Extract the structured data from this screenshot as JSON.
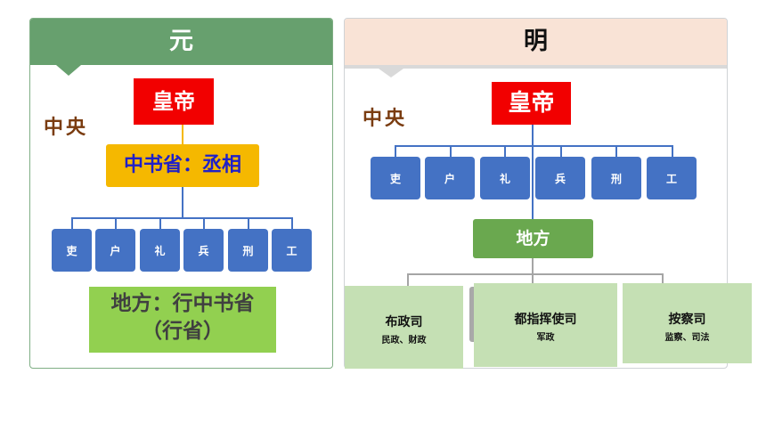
{
  "yuan": {
    "title": "元",
    "central_label": "中央",
    "emperor": "皇帝",
    "secretariat": "中书省：丞相",
    "ministries": [
      "吏",
      "户",
      "礼",
      "兵",
      "刑",
      "工"
    ],
    "local": "地方：行中书省（行省）",
    "colors": {
      "header": "#67a06e",
      "secretariat": "#f5b800",
      "local": "#92d050"
    }
  },
  "ming": {
    "title": "明",
    "central_label": "中央",
    "emperor": "皇帝",
    "ministries": [
      "吏",
      "户",
      "礼",
      "兵",
      "刑",
      "工"
    ],
    "local": "地方",
    "offices": [
      {
        "title": "布政司",
        "duty": "民政、财政"
      },
      {
        "title": "都指挥使司",
        "duty": "军政"
      },
      {
        "title": "按察司",
        "duty": "监察、司法"
      }
    ],
    "colors": {
      "header": "#f9e3d6",
      "local": "#6aa84f",
      "office": "#c5e0b4"
    }
  },
  "colors": {
    "emperor": "#f20000",
    "ministry": "#4472c4"
  }
}
